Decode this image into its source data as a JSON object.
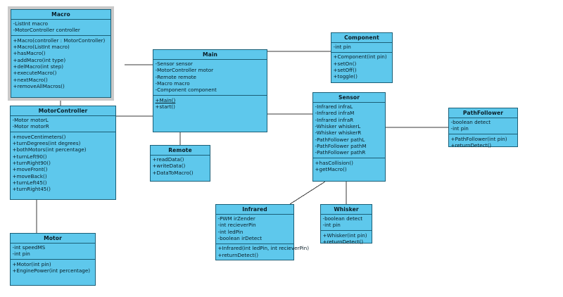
{
  "diagram": {
    "kind": "uml-class-diagram",
    "background": "#ffffff",
    "class_fill": "#5EC8EC",
    "class_border": "#1b5f77",
    "selection_border": "#c9c9c9",
    "edge_color": "#3a3a3a"
  },
  "classes": {
    "macro": {
      "name": "Macro",
      "selected": true,
      "attributes": [
        "-ListInt macro",
        "-MotorController controller"
      ],
      "operations": [
        "+Macro(controller : MotorController)",
        "+Macro(ListInt macro)",
        "+hasMacro()",
        "+addMacro(int type)",
        "+delMacro(int step)",
        "+executeMacro()",
        "+nextMacro()",
        "+removeAllMacros()"
      ]
    },
    "motorcontroller": {
      "name": "MotorController",
      "selected": false,
      "attributes": [
        "-Motor motorL",
        "-Motor motorR"
      ],
      "operations": [
        "+moveCentimeters()",
        "+turnDegrees(int degrees)",
        "+bothMotors(int percentage)",
        "+turnLeft90()",
        "+turnRight90()",
        "+moveFront()",
        "+moveBack()",
        "+turnLeft45()",
        "+turnRight45()"
      ]
    },
    "motor": {
      "name": "Motor",
      "selected": false,
      "attributes": [
        "-int speedMS",
        "-int pin"
      ],
      "operations": [
        "+Motor(int pin)",
        "+EnginePower(int percentage)"
      ]
    },
    "main": {
      "name": "Main",
      "selected": false,
      "attributes": [
        "-Sensor sensor",
        "-MotorController motor",
        "-Remote remote",
        "-Macro macro",
        "-Component component"
      ],
      "operations": [
        "+Main()",
        "+start()"
      ],
      "static_operations": [
        "+Main()"
      ]
    },
    "remote": {
      "name": "Remote",
      "selected": false,
      "attributes": [],
      "operations": [
        "+readData()",
        "+writeData()",
        "+DataToMacro()"
      ]
    },
    "component": {
      "name": "Component",
      "selected": false,
      "attributes": [
        "-int pin"
      ],
      "operations": [
        "+Component(int pin)",
        "+setOn()",
        "+setOff()",
        "+toggle()"
      ]
    },
    "sensor": {
      "name": "Sensor",
      "selected": false,
      "attributes": [
        "-Infrared infraL",
        "-Infrared infraM",
        "-Infrared infraR",
        "-Whisker whiskerL",
        "-Whisker whiskerR",
        "-PathFollower pathL",
        "-PathFollower pathM",
        "-PathFollower pathR"
      ],
      "operations": [
        "+hasCollision()",
        "+getMacro()"
      ]
    },
    "pathfollower": {
      "name": "PathFollower",
      "selected": false,
      "attributes": [
        "-boolean detect",
        "-int pin"
      ],
      "operations": [
        "+PathFollower(int pin)",
        "+returnDetect()"
      ]
    },
    "infrared": {
      "name": "Infrared",
      "selected": false,
      "attributes": [
        "-PWM irZender",
        "-int recieverPin",
        "-int ledPin",
        "-boolean irDetect"
      ],
      "operations": [
        "+Infrared(int ledPin, int recieverPin)",
        "+returnDetect()"
      ]
    },
    "whisker": {
      "name": "Whisker",
      "selected": false,
      "attributes": [
        "-boolean detect",
        "-int pin"
      ],
      "operations": [
        "+Whisker(int pin)",
        "+returnDetect()"
      ]
    }
  },
  "associations": [
    {
      "from": "macro",
      "to": "motorcontroller",
      "label": ""
    },
    {
      "from": "macro",
      "to": "main",
      "label": ""
    },
    {
      "from": "motorcontroller",
      "to": "main",
      "label": ""
    },
    {
      "from": "motorcontroller",
      "to": "motor",
      "label": ""
    },
    {
      "from": "main",
      "to": "component",
      "label": ""
    },
    {
      "from": "main",
      "to": "sensor",
      "label": ""
    },
    {
      "from": "main",
      "to": "remote",
      "label": ""
    },
    {
      "from": "sensor",
      "to": "pathfollower",
      "label": ""
    },
    {
      "from": "sensor",
      "to": "infrared",
      "label": ""
    },
    {
      "from": "sensor",
      "to": "whisker",
      "label": ""
    }
  ]
}
